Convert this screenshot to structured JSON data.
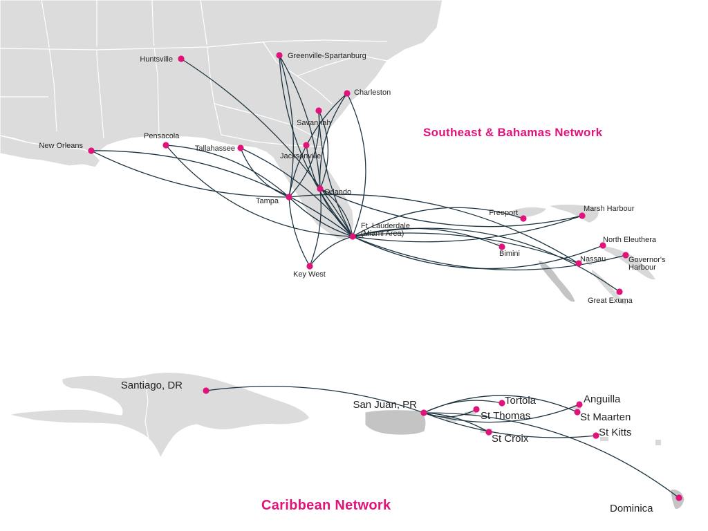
{
  "titles": {
    "southeast": "Southeast & Bahamas Network",
    "caribbean": "Caribbean Network"
  },
  "colors": {
    "accent": "#e0137a",
    "route": "#1d3340",
    "land": "#dcdcdc"
  },
  "southeast_cities": [
    {
      "id": "huntsville",
      "label": "Huntsville"
    },
    {
      "id": "greenville",
      "label": "Greenville-Spartanburg"
    },
    {
      "id": "charleston",
      "label": "Charleston"
    },
    {
      "id": "savannah",
      "label": "Savannah"
    },
    {
      "id": "new-orleans",
      "label": "New Orleans"
    },
    {
      "id": "pensacola",
      "label": "Pensacola"
    },
    {
      "id": "tallahassee",
      "label": "Tallahassee"
    },
    {
      "id": "jacksonville",
      "label": "Jacksonville"
    },
    {
      "id": "orlando",
      "label": "Orlando"
    },
    {
      "id": "tampa",
      "label": "Tampa"
    },
    {
      "id": "fort-lauderdale",
      "label": "Ft. Lauderdale",
      "label2": "(Miami Area)"
    },
    {
      "id": "key-west",
      "label": "Key West"
    },
    {
      "id": "freeport",
      "label": "Freeport"
    },
    {
      "id": "marsh-harbour",
      "label": "Marsh Harbour"
    },
    {
      "id": "bimini",
      "label": "Bimini"
    },
    {
      "id": "north-eleuthera",
      "label": "North Eleuthera"
    },
    {
      "id": "nassau",
      "label": "Nassau"
    },
    {
      "id": "governors-harbour",
      "label": "Governor's",
      "label2": "Harbour"
    },
    {
      "id": "great-exuma",
      "label": "Great Exuma"
    }
  ],
  "caribbean_cities": [
    {
      "id": "santiago",
      "label": "Santiago, DR"
    },
    {
      "id": "san-juan",
      "label": "San Juan, PR"
    },
    {
      "id": "tortola",
      "label": "Tortola"
    },
    {
      "id": "st-thomas",
      "label": "St Thomas"
    },
    {
      "id": "st-croix",
      "label": "St Croix"
    },
    {
      "id": "anguilla",
      "label": "Anguilla"
    },
    {
      "id": "st-maarten",
      "label": "St Maarten"
    },
    {
      "id": "st-kitts",
      "label": "St Kitts"
    },
    {
      "id": "dominica",
      "label": "Dominica"
    }
  ],
  "routes": {
    "fort-lauderdale": [
      "huntsville",
      "greenville",
      "charleston",
      "savannah",
      "new-orleans",
      "pensacola",
      "tallahassee",
      "jacksonville",
      "orlando",
      "tampa",
      "key-west",
      "freeport",
      "marsh-harbour",
      "bimini",
      "north-eleuthera",
      "nassau",
      "governors-harbour",
      "great-exuma"
    ],
    "tampa": [
      "greenville",
      "charleston",
      "savannah",
      "new-orleans",
      "pensacola",
      "tallahassee",
      "key-west",
      "nassau"
    ],
    "orlando": [
      "greenville",
      "charleston",
      "savannah",
      "key-west",
      "marsh-harbour"
    ],
    "san-juan": [
      "santiago",
      "tortola",
      "st-thomas",
      "st-croix",
      "anguilla",
      "st-maarten",
      "st-kitts",
      "dominica"
    ]
  }
}
